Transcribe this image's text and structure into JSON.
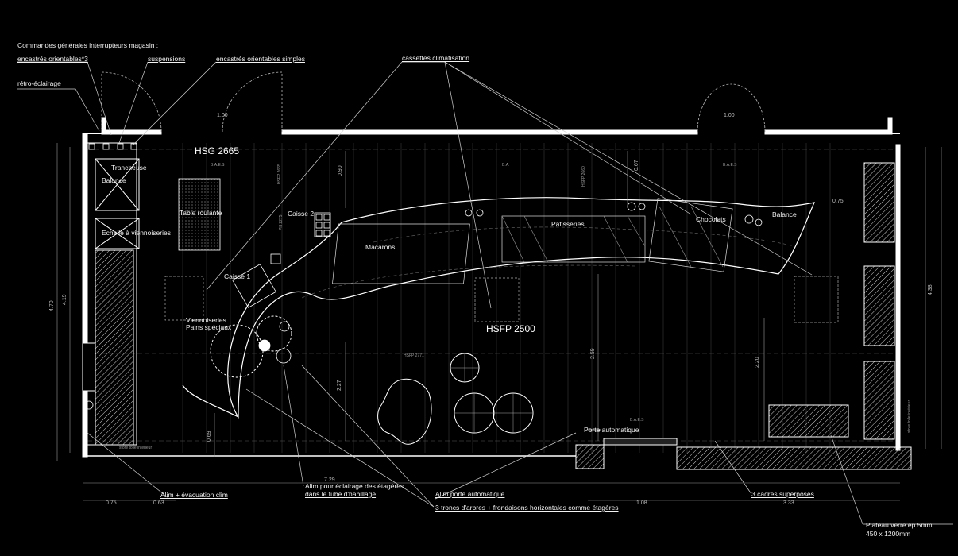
{
  "title": "Commandes générales interrupteurs magasin :",
  "callouts": {
    "encastres_3": "encastrés orientables*3",
    "suspensions": "suspensions",
    "encastres_simples": "encastrés orientables simples",
    "cassettes": "cassettes climatisation",
    "retro": "rétro-éclairage",
    "porte_auto": "Porte automatique",
    "alim_evac": "Alim + évacuation clim",
    "alim_eclairage_1": "Alim pour éclairage des étagères",
    "alim_eclairage_2": "dans le tube d'habillage",
    "alim_porte": "Alim porte automatique",
    "troncs": "3 troncs d'arbres + frondaisons horizontales comme étagères",
    "cadres": "3 cadres superposés",
    "plateau_1": "Plateau verre ép.5mm",
    "plateau_2": "450 x 1200mm"
  },
  "rooms": {
    "hsg": "HSG 2665",
    "hsfp": "HSFP 2500",
    "trancheuse": "Trancheuse",
    "balance_left": "Balance",
    "table_roulante": "Table roulante",
    "echelle": "Echelle à viennoiseries",
    "caisse2": "Caisse 2",
    "caisse1": "Caisse 1",
    "macarons": "Macarons",
    "patisseries": "Pâtisseries",
    "chocolats": "Chocolats",
    "balance_right": "Balance",
    "viennoiseries": "Viennoiseries",
    "pains": "Pains spéciaux"
  },
  "dims": {
    "d_1_00_left": "1.00",
    "d_1_00_right": "1.00",
    "d_0_90": "0.90",
    "d_0_67": "0.67",
    "d_0_75_right": "0.75",
    "d_4_70": "4.70",
    "d_4_19": "4.19",
    "d_4_38": "4.38",
    "d_2_27": "2.27",
    "d_2_59": "2.59",
    "d_2_20": "2.20",
    "d_0_69": "0.69",
    "d_7_29": "7.29",
    "d_0_75": "0.75",
    "d_0_63": "0.63",
    "d_1_08": "1.08",
    "d_3_33": "3.33"
  },
  "small": {
    "baes1": "B.A.E.S",
    "ba": "B.A.",
    "baes2": "B.A.E.S",
    "baes3": "B.A.E.S",
    "hsfp2771": "HSFP 2771",
    "hsfp2665": "HSFP 2665",
    "hsfp2660": "HSFP 2660",
    "ph2275": "PH 2275",
    "store": "store toile intérieur",
    "store_side": "store toile intérieur"
  },
  "colors": {
    "background": "#000000",
    "lines": "#ffffff",
    "fine": "#8a8a8a"
  }
}
